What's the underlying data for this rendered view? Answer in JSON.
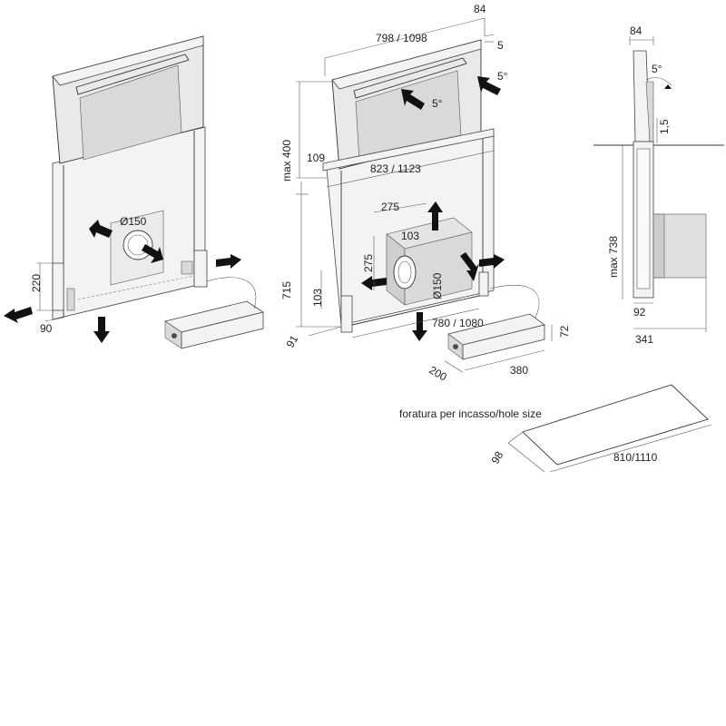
{
  "dimensions": {
    "width_top": "798 / 1098",
    "depth_top": "84",
    "gap_top": "5",
    "angle_front": "5°",
    "angle_side": "5°",
    "angle_right": "5°",
    "max_height": "max 400",
    "body_depth": "109",
    "body_width": "823 / 1123",
    "box_height_upper": "275",
    "box_depth_upper": "103",
    "box_height_side": "275",
    "duct_center": "Ø150",
    "duct_left": "Ø150",
    "lower_height": "715",
    "lower_depth": "103",
    "foot_depth": "91",
    "base_width": "780 / 1080",
    "motor_height": "72",
    "motor_depth": "200",
    "motor_length": "380",
    "left_height": "220",
    "left_depth": "90",
    "side_top": "84",
    "side_gap": "1,5",
    "side_max": "max 738",
    "side_bottom": "92",
    "side_total": "341",
    "hole_label": "foratura per incasso/hole size",
    "hole_depth": "98",
    "hole_width": "810/1110"
  }
}
